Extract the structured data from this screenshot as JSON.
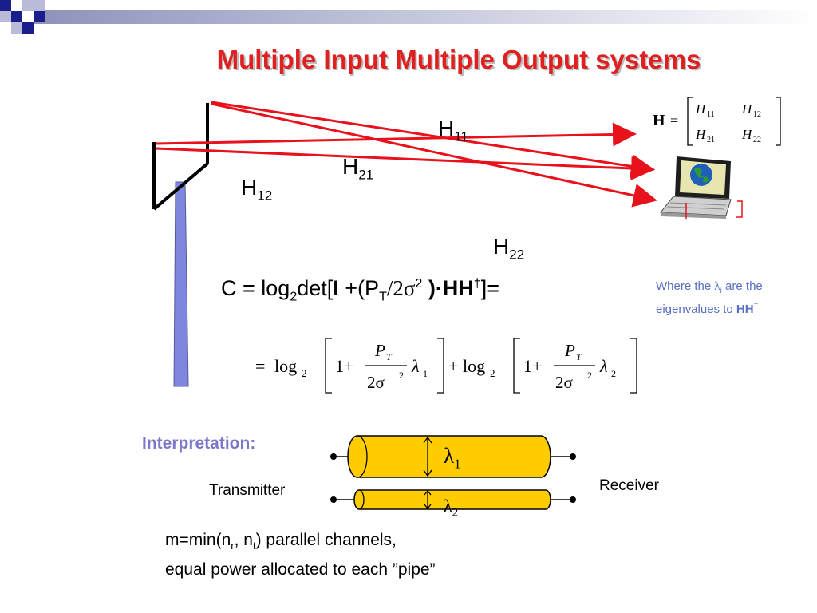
{
  "slide": {
    "title": "Multiple Input Multiple Output systems"
  },
  "links": [
    {
      "name": "H",
      "sub": "11"
    },
    {
      "name": "H",
      "sub": "21"
    },
    {
      "name": "H",
      "sub": "12"
    },
    {
      "name": "H",
      "sub": "22"
    }
  ],
  "matrix": {
    "lhs": "H",
    "eq": "=",
    "entries": [
      [
        "H",
        "11",
        "H",
        "12"
      ],
      [
        "H",
        "21",
        "H",
        "22"
      ]
    ]
  },
  "capacity": {
    "prefix": "C = log",
    "log_sub": "2",
    "det": "det[",
    "I": "I",
    "plus_open": " +(P",
    "pt_sub": "T",
    "slash_sigma": "/2σ",
    "sigma_sup": "2",
    "close_dot": " )·",
    "HH": "HH",
    "dagger": "†",
    "end": "]="
  },
  "expansion": {
    "eq": "=",
    "log": "log",
    "log_sub": "2",
    "one_plus": "1+",
    "num": "P",
    "num_sub": "T",
    "den": "2σ",
    "den_sup": "2",
    "lambda": "λ",
    "l1": "1",
    "l2": "2",
    "plus": "+"
  },
  "note": {
    "part1": "Where the ",
    "lambda": "λ",
    "i": "i",
    "part2": " are the eigenvalues to ",
    "HH": "HH",
    "dagger": "†"
  },
  "interpretation": {
    "label": "Interpretation:",
    "transmitter": "Transmitter",
    "receiver": "Receiver",
    "pipe1_lambda": "λ",
    "pipe1_sub": "1",
    "pipe2_lambda": "λ",
    "pipe2_sub": "2",
    "line1_a": "m=min(n",
    "line1_r": "r",
    "line1_b": ", n",
    "line1_t": "t",
    "line1_c": ") parallel channels,",
    "line2": "equal power allocated to each ”pipe”"
  },
  "colors": {
    "title": "#e02020",
    "ray": "#e8121c",
    "mast": "#7f86e0",
    "pipe_fill": "#ffcc00",
    "note": "#5a6fc0",
    "interp": "#7b78c8"
  }
}
